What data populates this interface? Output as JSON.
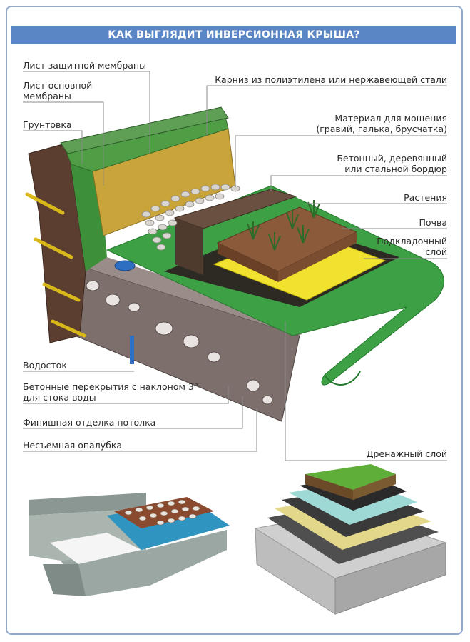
{
  "title": "КАК ВЫГЛЯДИТ ИНВЕРСИОННАЯ КРЫША?",
  "labels": {
    "protective_membrane": "Лист защитной мембраны",
    "main_membrane_1": "Лист основной",
    "main_membrane_2": "мембраны",
    "primer": "Грунтовка",
    "cornice": "Карниз из полиэтилена или нержавеющей стали",
    "paving_1": "Материал для мощения",
    "paving_2": "(гравий, галька, брусчатка)",
    "border_1": "Бетонный, деревянный",
    "border_2": "или стальной бордюр",
    "plants": "Растения",
    "soil": "Почва",
    "underlay_1": "Подкладочный",
    "underlay_2": "слой",
    "drain": "Водосток",
    "slab_1": "Бетонные перекрытия с наклоном 3°",
    "slab_2": "для стока воды",
    "ceiling_finish": "Финишная отделка потолка",
    "formwork": "Несъемная опалубка",
    "drainage_layer": "Дренажный слой"
  }
}
